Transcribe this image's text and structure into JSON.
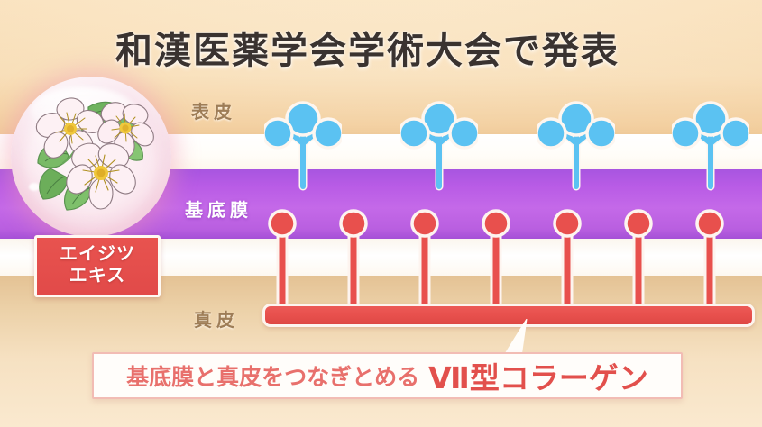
{
  "title": "和漢医薬学会学術大会で発表",
  "layers": [
    {
      "id": "epidermis",
      "label": "表皮",
      "color": "#9e7d57"
    },
    {
      "id": "basement_membrane",
      "label": "基底膜",
      "color": "#ffffff",
      "band_color": "#b95ce6"
    },
    {
      "id": "dermis",
      "label": "真皮",
      "color": "#9e7d57",
      "band_color": "#ecd1a8"
    }
  ],
  "extract": {
    "label_line1": "エイジツ",
    "label_line2": "エキス",
    "badge_color": "#e14a49",
    "bubble_icon": "rose-flowers-bubble-icon"
  },
  "caption": {
    "lead": "基底膜と真皮をつなぎとめる",
    "emphasis": "Ⅶ型コラーゲン",
    "lead_color": "#e8706c",
    "emphasis_color": "#e2504c",
    "border_color": "#f2bcb4"
  },
  "diagram": {
    "blue_structure_name": "hemidesmosome-anchor-icon",
    "blue_color": "#5bc2f2",
    "blue_positions": [
      311,
      462,
      614,
      763
    ],
    "red_structure_name": "type-vii-collagen-pin-icon",
    "red_color": "#e8504d",
    "red_pin_positions": [
      312,
      391,
      470,
      549,
      628,
      707,
      786
    ],
    "red_bar_label": "type-vii-collagen-bar"
  },
  "background": {
    "base_color": "#f9e7c6",
    "epidermis_band": "#f0c792",
    "white_band": "#ffffff",
    "basement_band": "#b95ce6",
    "dermis_band": "#ecd1a8"
  }
}
